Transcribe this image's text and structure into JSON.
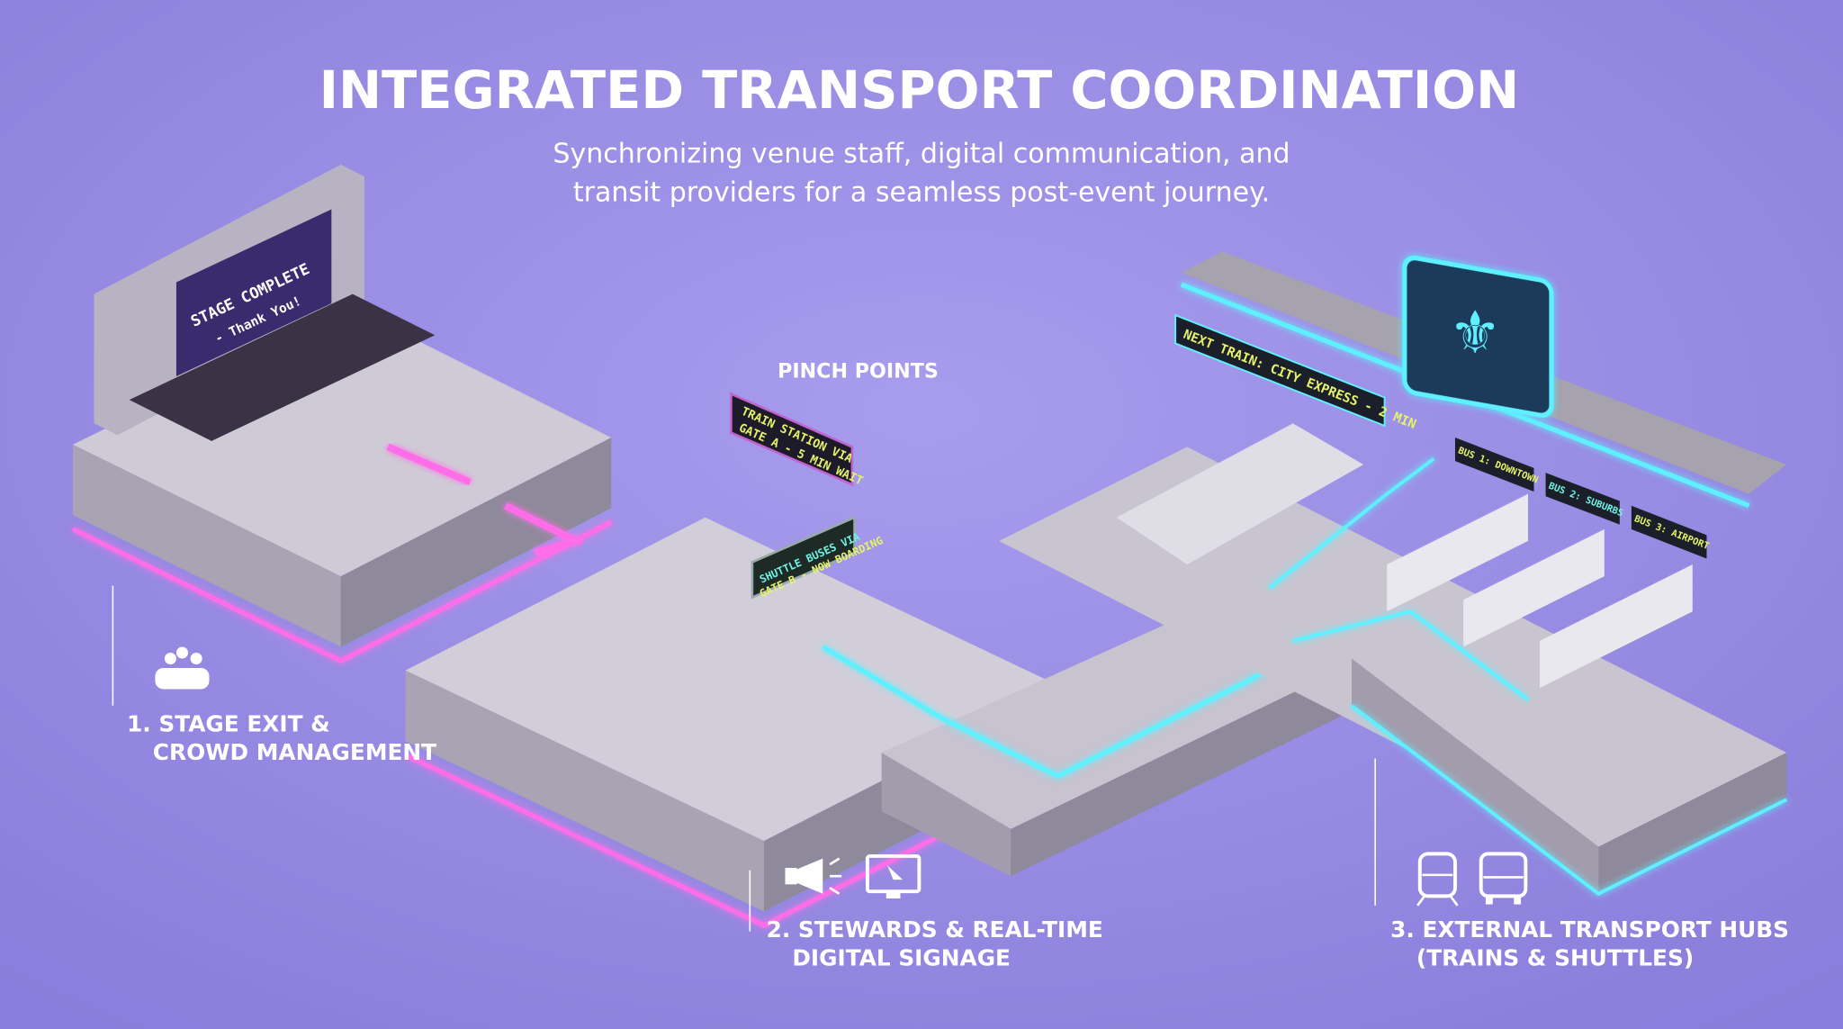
{
  "header": {
    "title": "INTEGRATED TRANSPORT COORDINATION",
    "subtitle_line1": "Synchronizing venue staff, digital communication, and",
    "subtitle_line2": "transit providers for a seamless post-event journey."
  },
  "callouts": {
    "pinch_points": "PINCH POINTS"
  },
  "sections": [
    {
      "line1": "1. STAGE EXIT &",
      "line2": "CROWD MANAGEMENT",
      "icons": [
        "crowd-icon"
      ]
    },
    {
      "line1": "2. STEWARDS & REAL-TIME",
      "line2": "DIGITAL SIGNAGE",
      "icons": [
        "megaphone-icon",
        "monitor-icon"
      ]
    },
    {
      "line1": "3. EXTERNAL TRANSPORT HUBS",
      "line2": "(TRAINS & SHUTTLES)",
      "icons": [
        "train-icon",
        "bus-icon"
      ]
    }
  ],
  "signs": {
    "stage_screen_line1": "STAGE COMPLETE",
    "stage_screen_line2": "- Thank You!",
    "train_gate_line1": "TRAIN STATION VIA",
    "train_gate_line2": "GATE A - 5 MIN WAIT",
    "shuttle_gate_line1": "SHUTTLE BUSES VIA",
    "shuttle_gate_line2": "GATE B - NOW BOARDING",
    "next_train": "NEXT TRAIN: CITY EXPRESS - 2 MIN",
    "bus1": "BUS 1: DOWNTOWN",
    "bus2": "BUS 2: SUBURBS",
    "bus3": "BUS 3: AIRPORT"
  },
  "colors": {
    "background": "#9a8ee6",
    "neon_pink": "#ff6ee8",
    "neon_cyan": "#5ff0ff",
    "sign_text_yellow": "#e6f36a",
    "sign_text_cyan": "#6ff5e6"
  }
}
